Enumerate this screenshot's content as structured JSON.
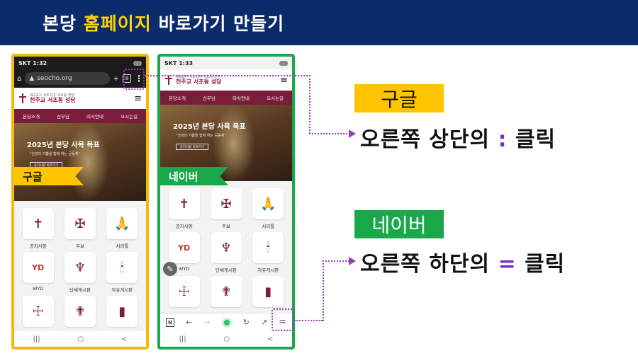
{
  "title": {
    "prefix": "본당 ",
    "highlight": "홈페이지",
    "suffix": " 바로가기 만들기"
  },
  "colors": {
    "title_bg": "#0b2b6b",
    "title_highlight": "#ffd400",
    "google": "#f6b80a",
    "naver": "#1aa84a",
    "pointer": "#9b3bb5",
    "accent": "#7b2fbf"
  },
  "google_phone": {
    "status": {
      "carrier_time": "SKT 1:32",
      "battery": ""
    },
    "url": "seocho.org",
    "tab_count": "8",
    "site": {
      "sub": "제2교구 서초지구 서초동 본당",
      "name": "천주교 서초동 성당"
    },
    "nav": [
      "본당소개",
      "신부님",
      "미사안내",
      "오시는길"
    ],
    "hero": {
      "title": "2025년 본당 사목 목표",
      "sub": "\"신앙의 기쁨을 함께 하는 공동체\"",
      "button": "공지사항 바로가기"
    },
    "ribbon": "구글",
    "tiles": [
      {
        "label": "공지사항",
        "icon": "cross-hands-icon"
      },
      {
        "label": "주보",
        "icon": "cross-icon"
      },
      {
        "label": "서리틀",
        "icon": "praying-hands-icon"
      },
      {
        "label": "WYD",
        "icon": "wyd-logo-icon"
      },
      {
        "label": "단체게시판",
        "icon": "chalice-icon"
      },
      {
        "label": "자유게시판",
        "icon": "candle-icon"
      },
      {
        "label": "",
        "icon": "ichthys-icon"
      },
      {
        "label": "",
        "icon": "rosary-icon"
      },
      {
        "label": "",
        "icon": "bible-icon"
      }
    ],
    "bottom_nav": [
      "|||",
      "○",
      "<"
    ]
  },
  "naver_phone": {
    "status": {
      "carrier_time": "SKT 1:33"
    },
    "site": {
      "sub": "제2교구 서초지구 서초동 본당",
      "name": "천주교 서초동 성당"
    },
    "nav": [
      "본당소개",
      "신부님",
      "미사안내",
      "오시는길"
    ],
    "hero": {
      "title": "2025년 본당 사목 목표",
      "sub": "\"신앙의 기쁨을 함께 하는 공동체\"",
      "button": "공지사항 바로가기"
    },
    "ribbon": "네이버",
    "tiles": [
      {
        "label": "공지사항",
        "icon": "cross-hands-icon"
      },
      {
        "label": "주보",
        "icon": "cross-icon"
      },
      {
        "label": "서리틀",
        "icon": "praying-hands-icon"
      },
      {
        "label": "WYD",
        "icon": "wyd-logo-icon"
      },
      {
        "label": "단체게시판",
        "icon": "chalice-icon"
      },
      {
        "label": "자유게시판",
        "icon": "candle-icon"
      },
      {
        "label": "",
        "icon": "ichthys-icon"
      },
      {
        "label": "",
        "icon": "rosary-icon"
      },
      {
        "label": "",
        "icon": "bible-icon"
      }
    ],
    "toolbar": [
      "N",
      "←",
      "→",
      "●",
      "↻",
      "↗",
      "="
    ],
    "bottom_nav": [
      "|||",
      "○",
      "<"
    ]
  },
  "google_label": "구글",
  "google_instr": {
    "pre": "오른쪽 상단의 ",
    "sym": ":",
    "post": " 클릭"
  },
  "naver_label": "네이버",
  "naver_instr": {
    "pre": "오른쪽 하단의 ",
    "sym": "=",
    "post": " 클릭"
  }
}
